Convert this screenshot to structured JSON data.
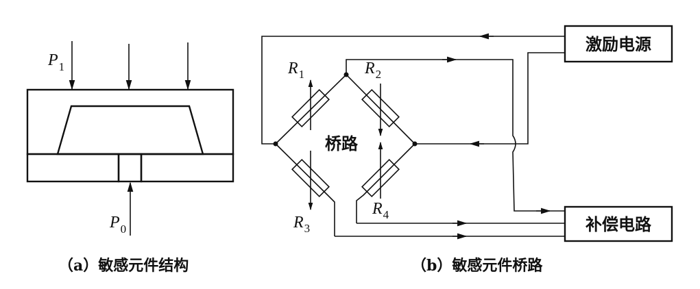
{
  "figure_a": {
    "caption": "（a）敏感元件结构",
    "pressure_top": {
      "symbol": "P",
      "subscript": "1"
    },
    "pressure_bottom": {
      "symbol": "P",
      "subscript": "0"
    }
  },
  "figure_b": {
    "caption": "（b）敏感元件桥路",
    "bridge_label": "桥路",
    "resistors": [
      {
        "symbol": "R",
        "subscript": "1",
        "strain_direction": "up"
      },
      {
        "symbol": "R",
        "subscript": "2",
        "strain_direction": "down"
      },
      {
        "symbol": "R",
        "subscript": "3",
        "strain_direction": "down"
      },
      {
        "symbol": "R",
        "subscript": "4",
        "strain_direction": "up"
      }
    ],
    "blocks": {
      "excitation": "激励电源",
      "compensation": "补偿电路"
    }
  }
}
